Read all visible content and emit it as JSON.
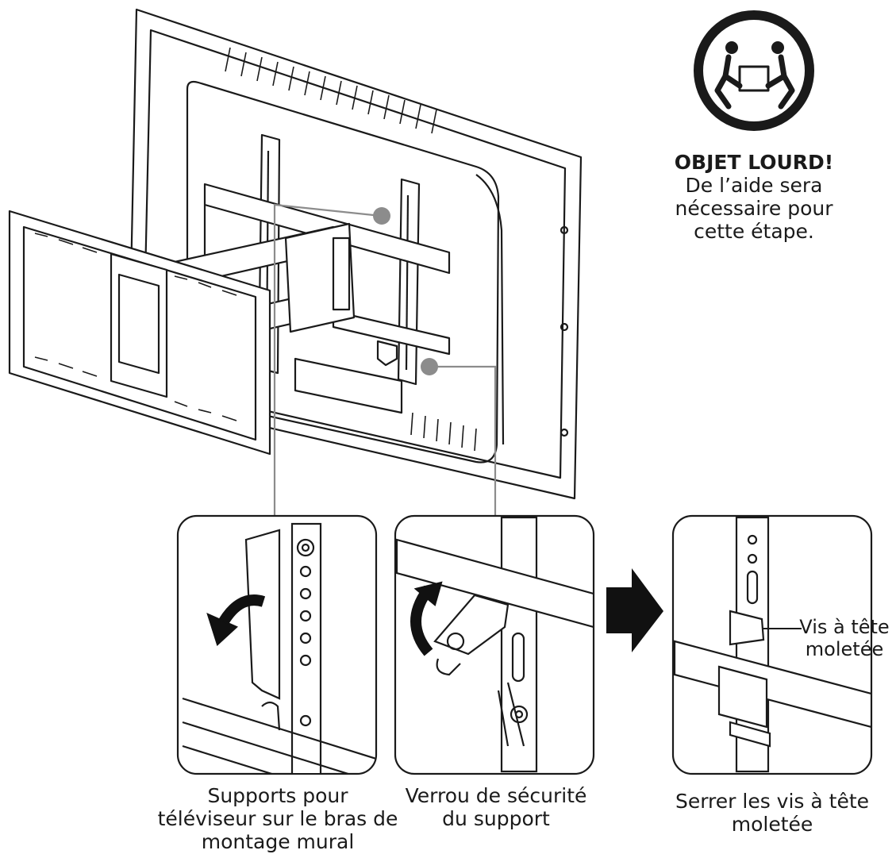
{
  "warning": {
    "icon": "two-person-lift-icon",
    "title": "OBJET LOURD!",
    "lines": [
      "De l’aide sera",
      "nécessaire pour",
      "cette étape."
    ]
  },
  "panels": [
    {
      "caption_lines": [
        "Supports pour",
        "téléviseur sur le bras de",
        "montage mural"
      ]
    },
    {
      "caption_lines": [
        "Verrou de sécurité",
        "du support"
      ]
    },
    {
      "caption_lines": [
        "Serrer les vis à tête",
        "moletée"
      ],
      "callout_lines": [
        "Vis à tête",
        "moletée"
      ]
    }
  ],
  "colors": {
    "line": "#1a1a1a",
    "dot": "#8c8c8c",
    "leader": "#8c8c8c",
    "arrow": "#111111"
  }
}
